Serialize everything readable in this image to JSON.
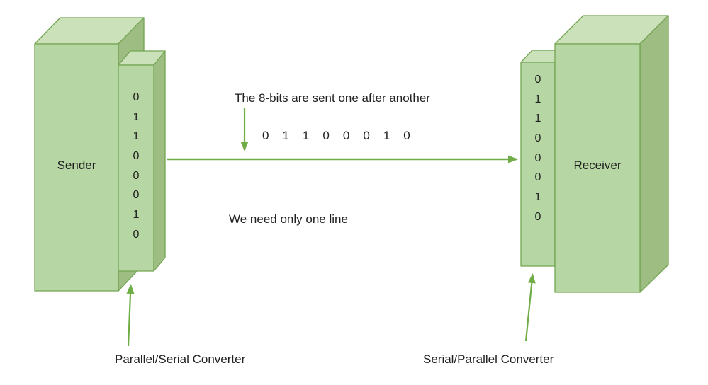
{
  "sender": {
    "label": "Sender",
    "bits": [
      "0",
      "1",
      "1",
      "0",
      "0",
      "0",
      "1",
      "0"
    ]
  },
  "receiver": {
    "label": "Receiver",
    "bits": [
      "0",
      "1",
      "1",
      "0",
      "0",
      "0",
      "1",
      "0"
    ]
  },
  "channel": {
    "caption": "The 8-bits are sent one after another",
    "bits": [
      "0",
      "1",
      "1",
      "0",
      "0",
      "0",
      "1",
      "0"
    ],
    "note": "We need only one line"
  },
  "converters": {
    "left_label": "Parallel/Serial Converter",
    "right_label": "Serial/Parallel Converter"
  },
  "colors": {
    "front": "#b6d6a4",
    "top": "#cae1b9",
    "side": "#9dbd83",
    "edge": "#73a552",
    "arrow": "#70ad47",
    "text": "#212121"
  }
}
